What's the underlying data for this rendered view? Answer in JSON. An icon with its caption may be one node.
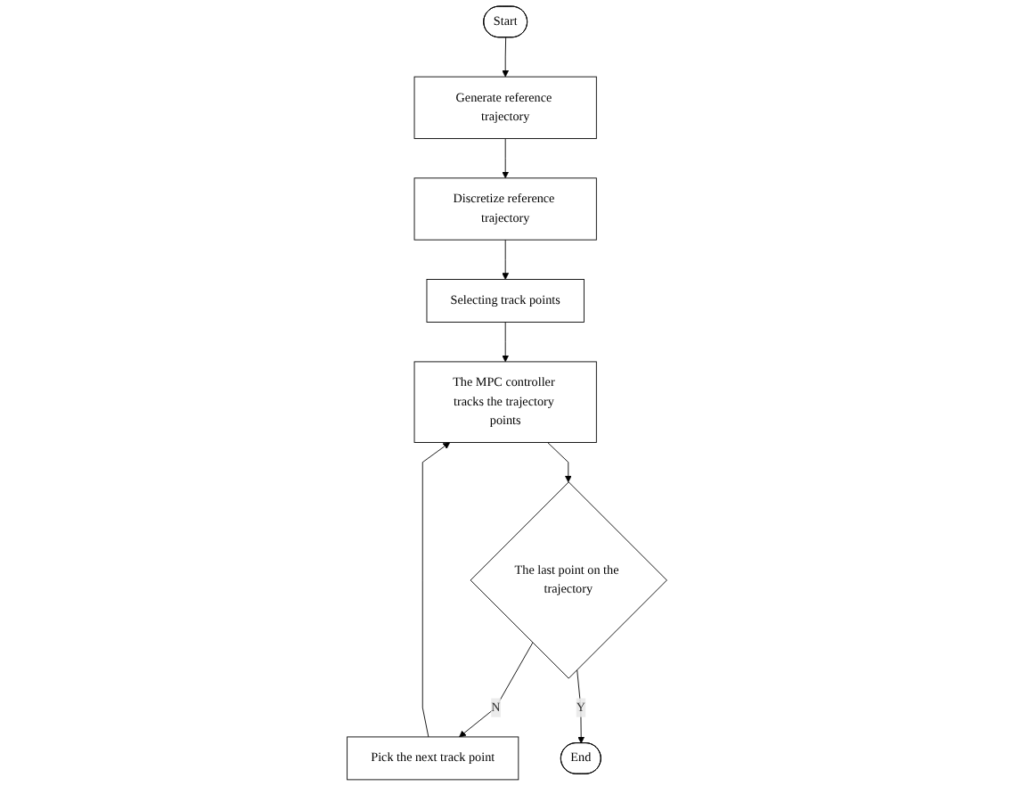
{
  "diagram": {
    "nodes": [
      {
        "text": [
          "Start"
        ]
      },
      {
        "text": [
          "Generate reference trajectory"
        ]
      },
      {
        "text": [
          "Discretize reference trajectory"
        ]
      },
      {
        "text": [
          "Selecting track points"
        ]
      },
      {
        "text": [
          "The MPC controller tracks the trajectory points"
        ]
      },
      {
        "text": [
          "The last point on the trajectory"
        ]
      },
      {
        "text": [
          "Pick the next track point"
        ]
      },
      {
        "text": [
          "End"
        ]
      }
    ],
    "edges": [
      {
        "from": 0,
        "to": 1,
        "arrow": "to"
      },
      {
        "from": 1,
        "to": 2,
        "arrow": "to"
      },
      {
        "from": 2,
        "to": 3,
        "arrow": "to"
      },
      {
        "from": 3,
        "to": 4,
        "arrow": "to"
      },
      {
        "from": 4,
        "to": 5,
        "arrow": "to"
      },
      {
        "from": 5,
        "to": 6,
        "arrow": "to",
        "label": "N"
      },
      {
        "from": 6,
        "to": 4,
        "arrow": "to"
      },
      {
        "from": 5,
        "to": 7,
        "arrow": "to",
        "label": "Y"
      }
    ]
  }
}
